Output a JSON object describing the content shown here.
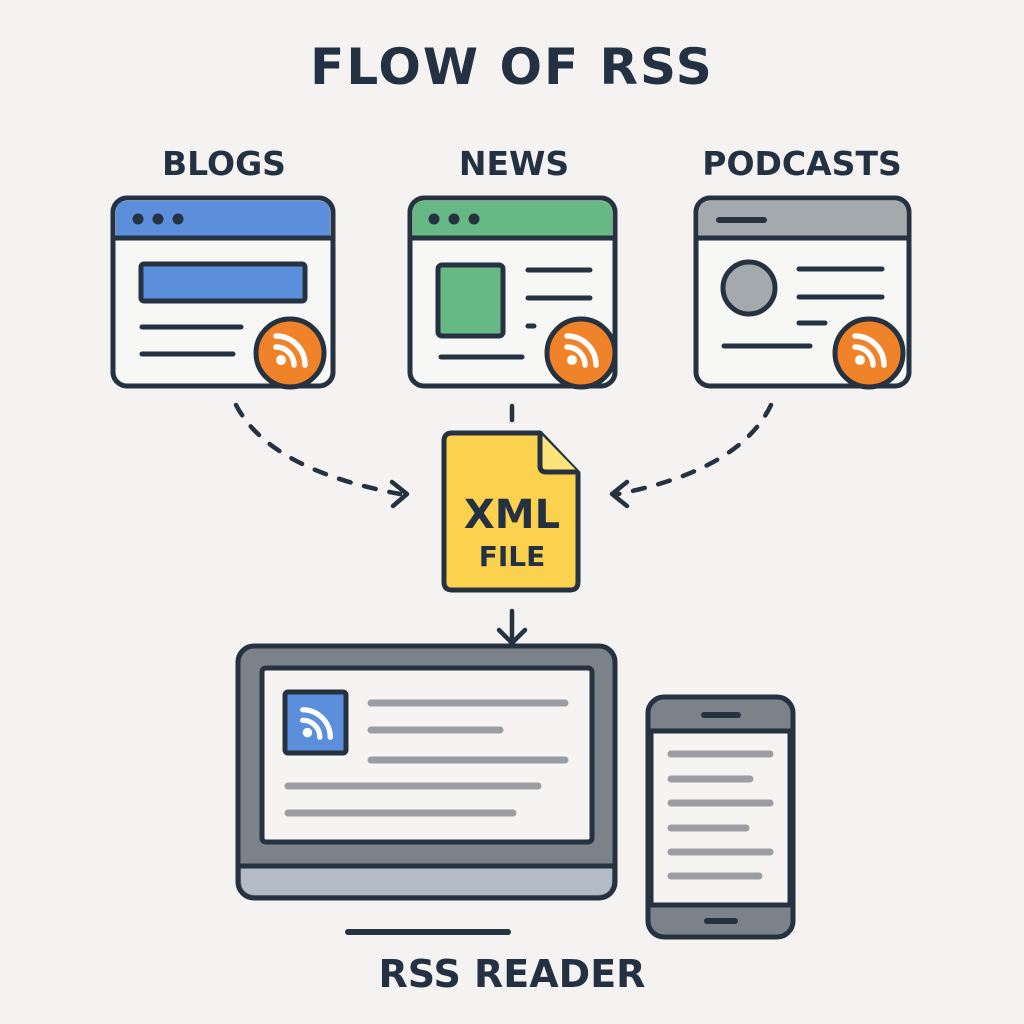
{
  "title": "FLOW OF RSS",
  "sources": [
    {
      "label": "BLOGS",
      "header_color": "#5b8fdc",
      "accent_color": "#5b8fdc",
      "layout": "blog",
      "header_icon": "window-dots-icon"
    },
    {
      "label": "NEWS",
      "header_color": "#66b884",
      "accent_color": "#66b884",
      "layout": "news",
      "header_icon": "window-dots-icon"
    },
    {
      "label": "PODCASTS",
      "header_color": "#a4a9ad",
      "accent_color": "#a4a9ad",
      "layout": "podcast",
      "header_icon": "title-bar-icon"
    }
  ],
  "xml_file": {
    "line1": "XML",
    "line2": "FILE",
    "color": "#fcd14d"
  },
  "reader": {
    "label": "RSS READER",
    "rss_tile_color": "#5b8fdc",
    "devices": [
      "desktop-monitor",
      "smartphone"
    ]
  },
  "colors": {
    "outline": "#263240",
    "rss_badge": "#f0832a",
    "background": "#f4f3f1",
    "content_line": "#9a9ea2"
  }
}
